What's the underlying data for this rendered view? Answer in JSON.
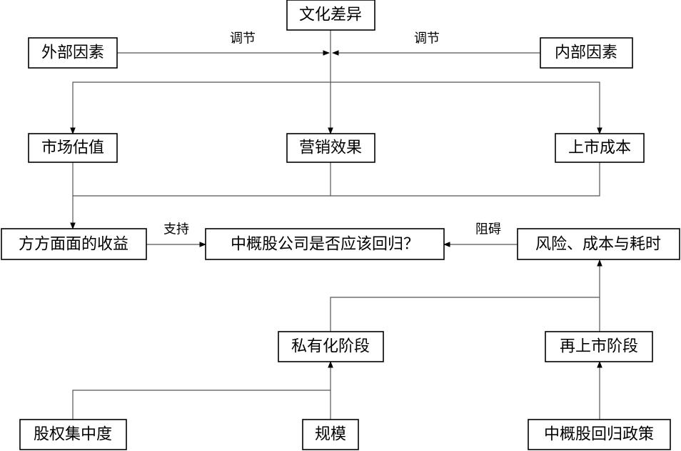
{
  "nodes": {
    "cultural_difference": "文化差异",
    "external_factors": "外部因素",
    "internal_factors": "内部因素",
    "market_valuation": "市场估值",
    "marketing_effect": "营销效果",
    "listing_cost": "上市成本",
    "all_round_benefits": "方方面面的收益",
    "central_question": "中概股公司是否应该回归？",
    "risk_cost_time": "风险、成本与耗时",
    "privatization_stage": "私有化阶段",
    "relisting_stage": "再上市阶段",
    "equity_concentration": "股权集中度",
    "scale": "规模",
    "return_policy": "中概股回归政策"
  },
  "edge_labels": {
    "moderate_left": "调节",
    "moderate_right": "调节",
    "support": "支持",
    "hinder": "阻碍"
  },
  "colors": {
    "box_border": "#000000",
    "connector": "#555555",
    "background": "#ffffff"
  }
}
